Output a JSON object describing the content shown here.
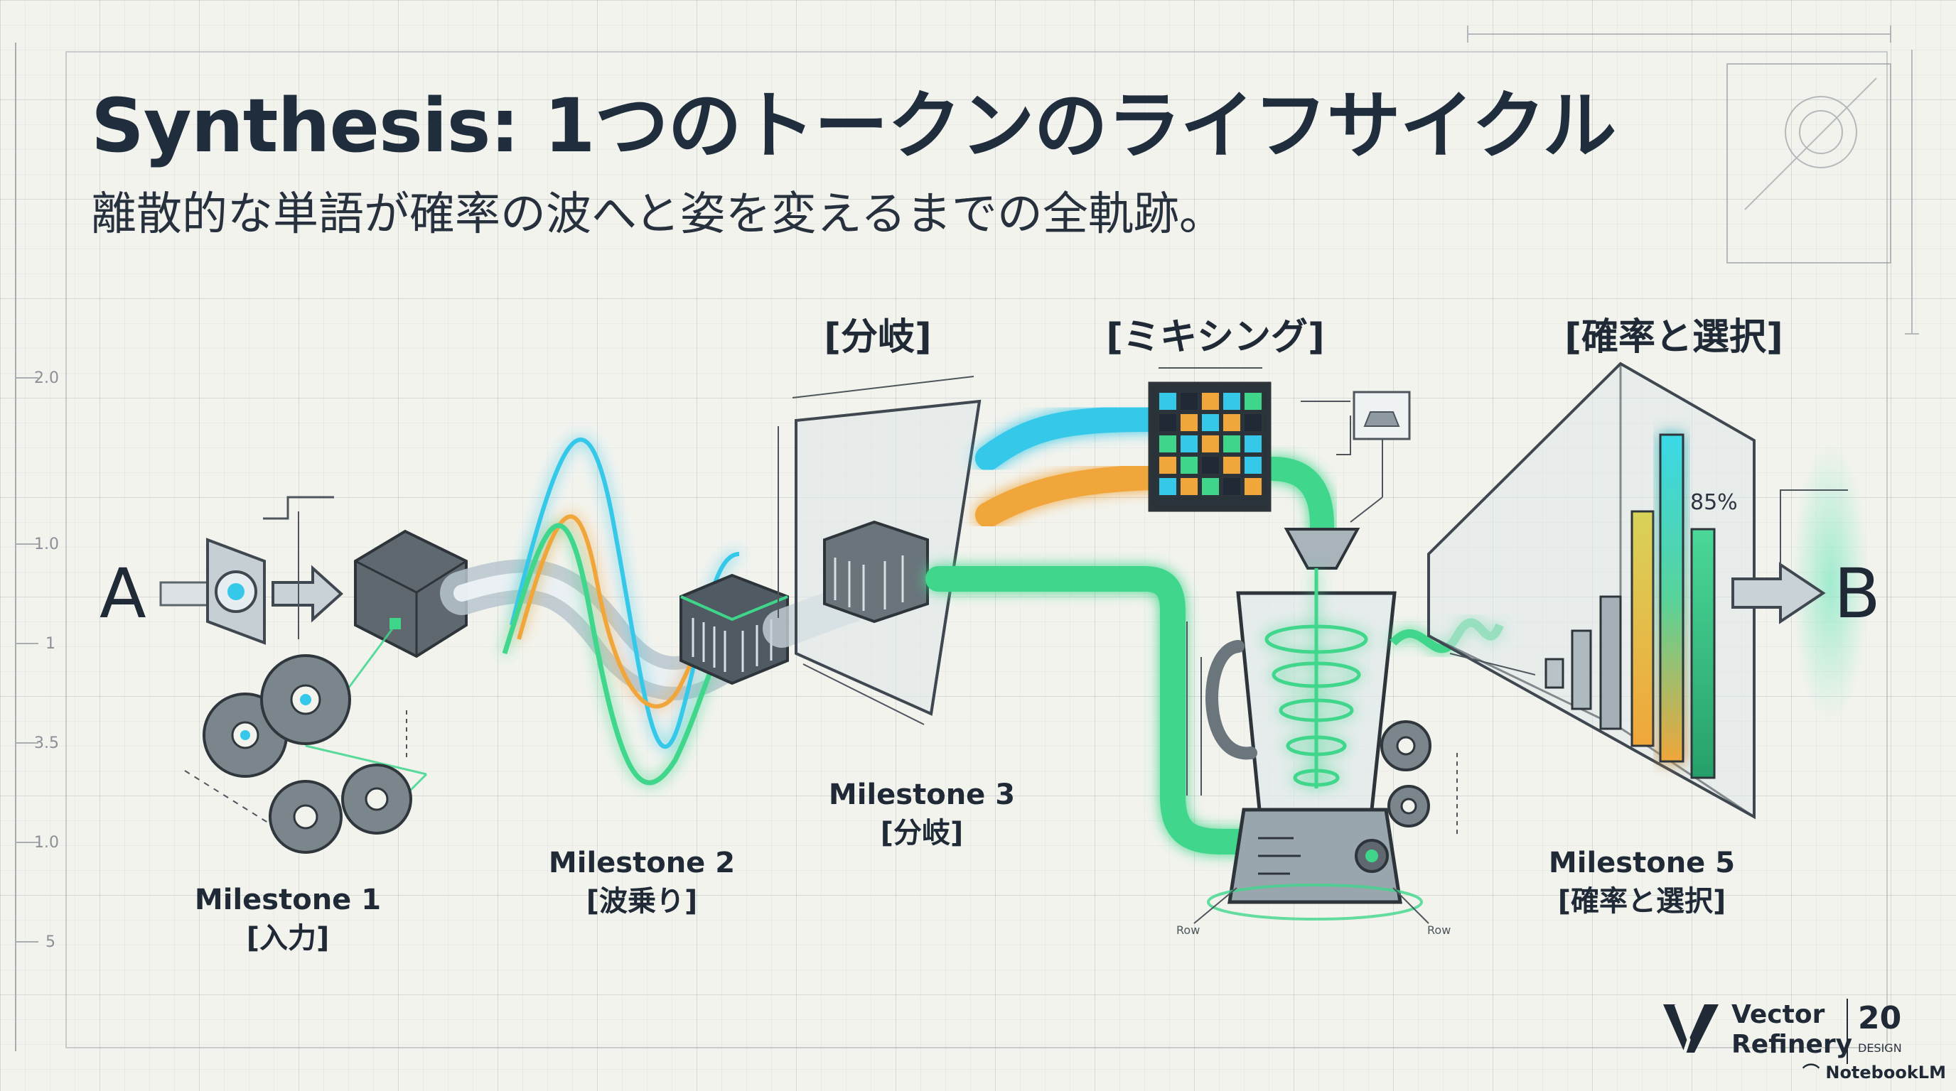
{
  "title": "Synthesis: 1つのトークンのライフサイクル",
  "subtitle": "離散的な単語が確率の波へと姿を変えるまでの全軌跡。",
  "endpoints": {
    "start": "A",
    "end": "B"
  },
  "sections": {
    "branch": "[分岐]",
    "mixing": "[ミキシング]",
    "probability": "[確率と選択]"
  },
  "milestones": [
    {
      "name": "Milestone 1",
      "label": "[入力]"
    },
    {
      "name": "Milestone 2",
      "label": "[波乗り]"
    },
    {
      "name": "Milestone 3",
      "label": "[分岐]"
    },
    {
      "name": "Milestone 5",
      "label": "[確率と選択]"
    }
  ],
  "bar_label": "85%",
  "ruler_ticks": [
    "2.0",
    "1.0",
    "1",
    "3.5",
    "1.0",
    "5"
  ],
  "flow_labels": {
    "left": "Row",
    "right": "Row"
  },
  "logo": {
    "line1": "Vector",
    "line2": "Refinery",
    "number": "20",
    "sub": "DESIGN"
  },
  "badge": "NotebookLM",
  "colors": {
    "ink": "#1f2a36",
    "cyan": "#35c8e8",
    "orange": "#f0a63a",
    "green": "#3fd68c",
    "steel": "#6f7880"
  }
}
